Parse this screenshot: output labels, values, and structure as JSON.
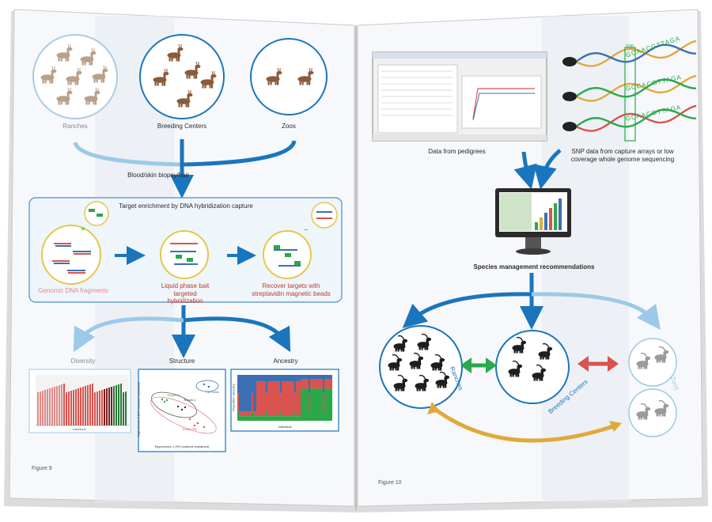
{
  "left_page": {
    "sources": [
      {
        "label": "Ranches",
        "muted": true
      },
      {
        "label": "Breeding Centers",
        "muted": false
      },
      {
        "label": "Zoos",
        "muted": false
      }
    ],
    "sample_label": "Blood/skin biopsy/hair",
    "enrichment": {
      "title": "Target enrichment by DNA hybridization capture",
      "steps": [
        "Genomic DNA fragments",
        "Liquid phase bait targeted hybridization",
        "Recover targets with streptavidin magnetic beads"
      ]
    },
    "analyses": [
      {
        "label": "Diversity",
        "muted": true
      },
      {
        "label": "Structure",
        "muted": false
      },
      {
        "label": "Ancestry",
        "muted": false
      }
    ],
    "structure_labels": [
      "Ranch 2",
      "Ranch 1",
      "Fossil Rim",
      "The Wilds"
    ],
    "structure_xaxis": "Eigenvector 2 (9% variance explained)",
    "structure_yaxis": "Eigenvector 3 (5% variance explained)",
    "diversity_xaxis": "Individual",
    "ancestry_xaxis": "Individual",
    "ancestry_yaxis": "Proportion ancestry",
    "figure_label": "Figure 9"
  },
  "right_page": {
    "pedigree_label": "Data from pedigrees",
    "snp_label": "SNP data from capture arrays or low coverage whole genome sequencing",
    "snp_tag": "SNP",
    "sequences": [
      "GCAACGTTAGA",
      "GCCACGTTAGA",
      "GCAACGTTAGA"
    ],
    "recommendations_label": "Species management recommendations",
    "circles": [
      {
        "label": "Ranches",
        "muted": false
      },
      {
        "label": "Breeding Centers",
        "muted": false
      },
      {
        "label": "Zoos",
        "muted": true
      }
    ],
    "figure_label": "Figure 10"
  },
  "colors": {
    "arrow_blue": "#1b75bc",
    "arrow_light": "#9cc9e8",
    "green": "#2aa84a",
    "red": "#d9534f",
    "gold": "#e0a93b",
    "bead_ring": "#e4c84a"
  }
}
